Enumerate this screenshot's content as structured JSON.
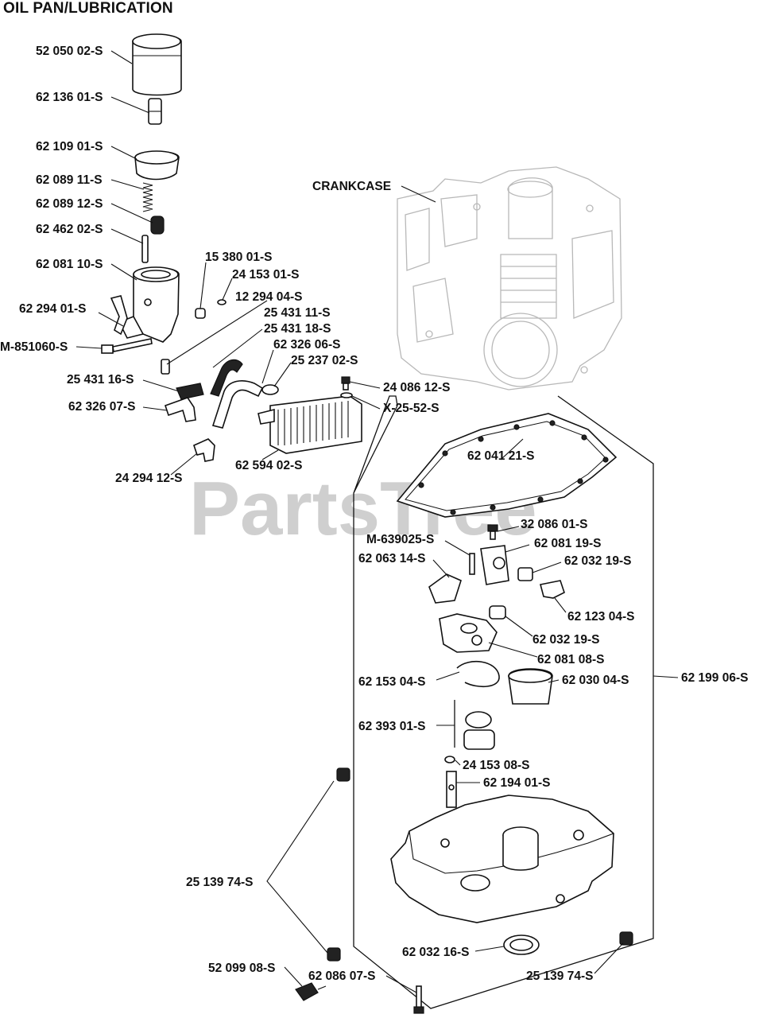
{
  "title": "OIL PAN/LUBRICATION",
  "watermark": "PartsTree",
  "watermark_tm": "TM",
  "crankcase_label": "CRANKCASE",
  "labels": {
    "p520500": "52 050 02-S",
    "p621360": "62 136 01-S",
    "p621090": "62 109 01-S",
    "p620891": "62 089 11-S",
    "p620892": "62 089 12-S",
    "p624620": "62 462 02-S",
    "p620811": "62 081 10-S",
    "p153800": "15 380 01-S",
    "p241530": "24 153 01-S",
    "p122940": "12 294 04-S",
    "p622940": "62 294 01-S",
    "p254311": "25 431 11-S",
    "p254318": "25 431 18-S",
    "pM851060": "M-851060-S",
    "p623260": "62 326 06-S",
    "p252370": "25 237 02-S",
    "p254316": "25 431 16-S",
    "p240861": "24 086 12-S",
    "p623267": "62 326 07-S",
    "pX2552": "X-25-52-S",
    "p625940": "62 594 02-S",
    "p242941": "24 294 12-S",
    "p620412": "62 041 21-S",
    "p320860": "32 086 01-S",
    "pM639025": "M-639025-S",
    "p620819": "62 081 19-S",
    "p620631": "62 063 14-S",
    "p620321a": "62 032 19-S",
    "p621230": "62 123 04-S",
    "p620321b": "62 032 19-S",
    "p620808": "62 081 08-S",
    "p621530": "62 153 04-S",
    "p620300": "62 030 04-S",
    "p621990": "62 199 06-S",
    "p623930": "62 393 01-S",
    "p241538": "24 153 08-S",
    "p621940": "62 194 01-S",
    "p251397a": "25 139 74-S",
    "p620321c": "62 032 16-S",
    "p520990": "52 099 08-S",
    "p620860": "62 086 07-S",
    "p251397b": "25 139 74-S"
  }
}
